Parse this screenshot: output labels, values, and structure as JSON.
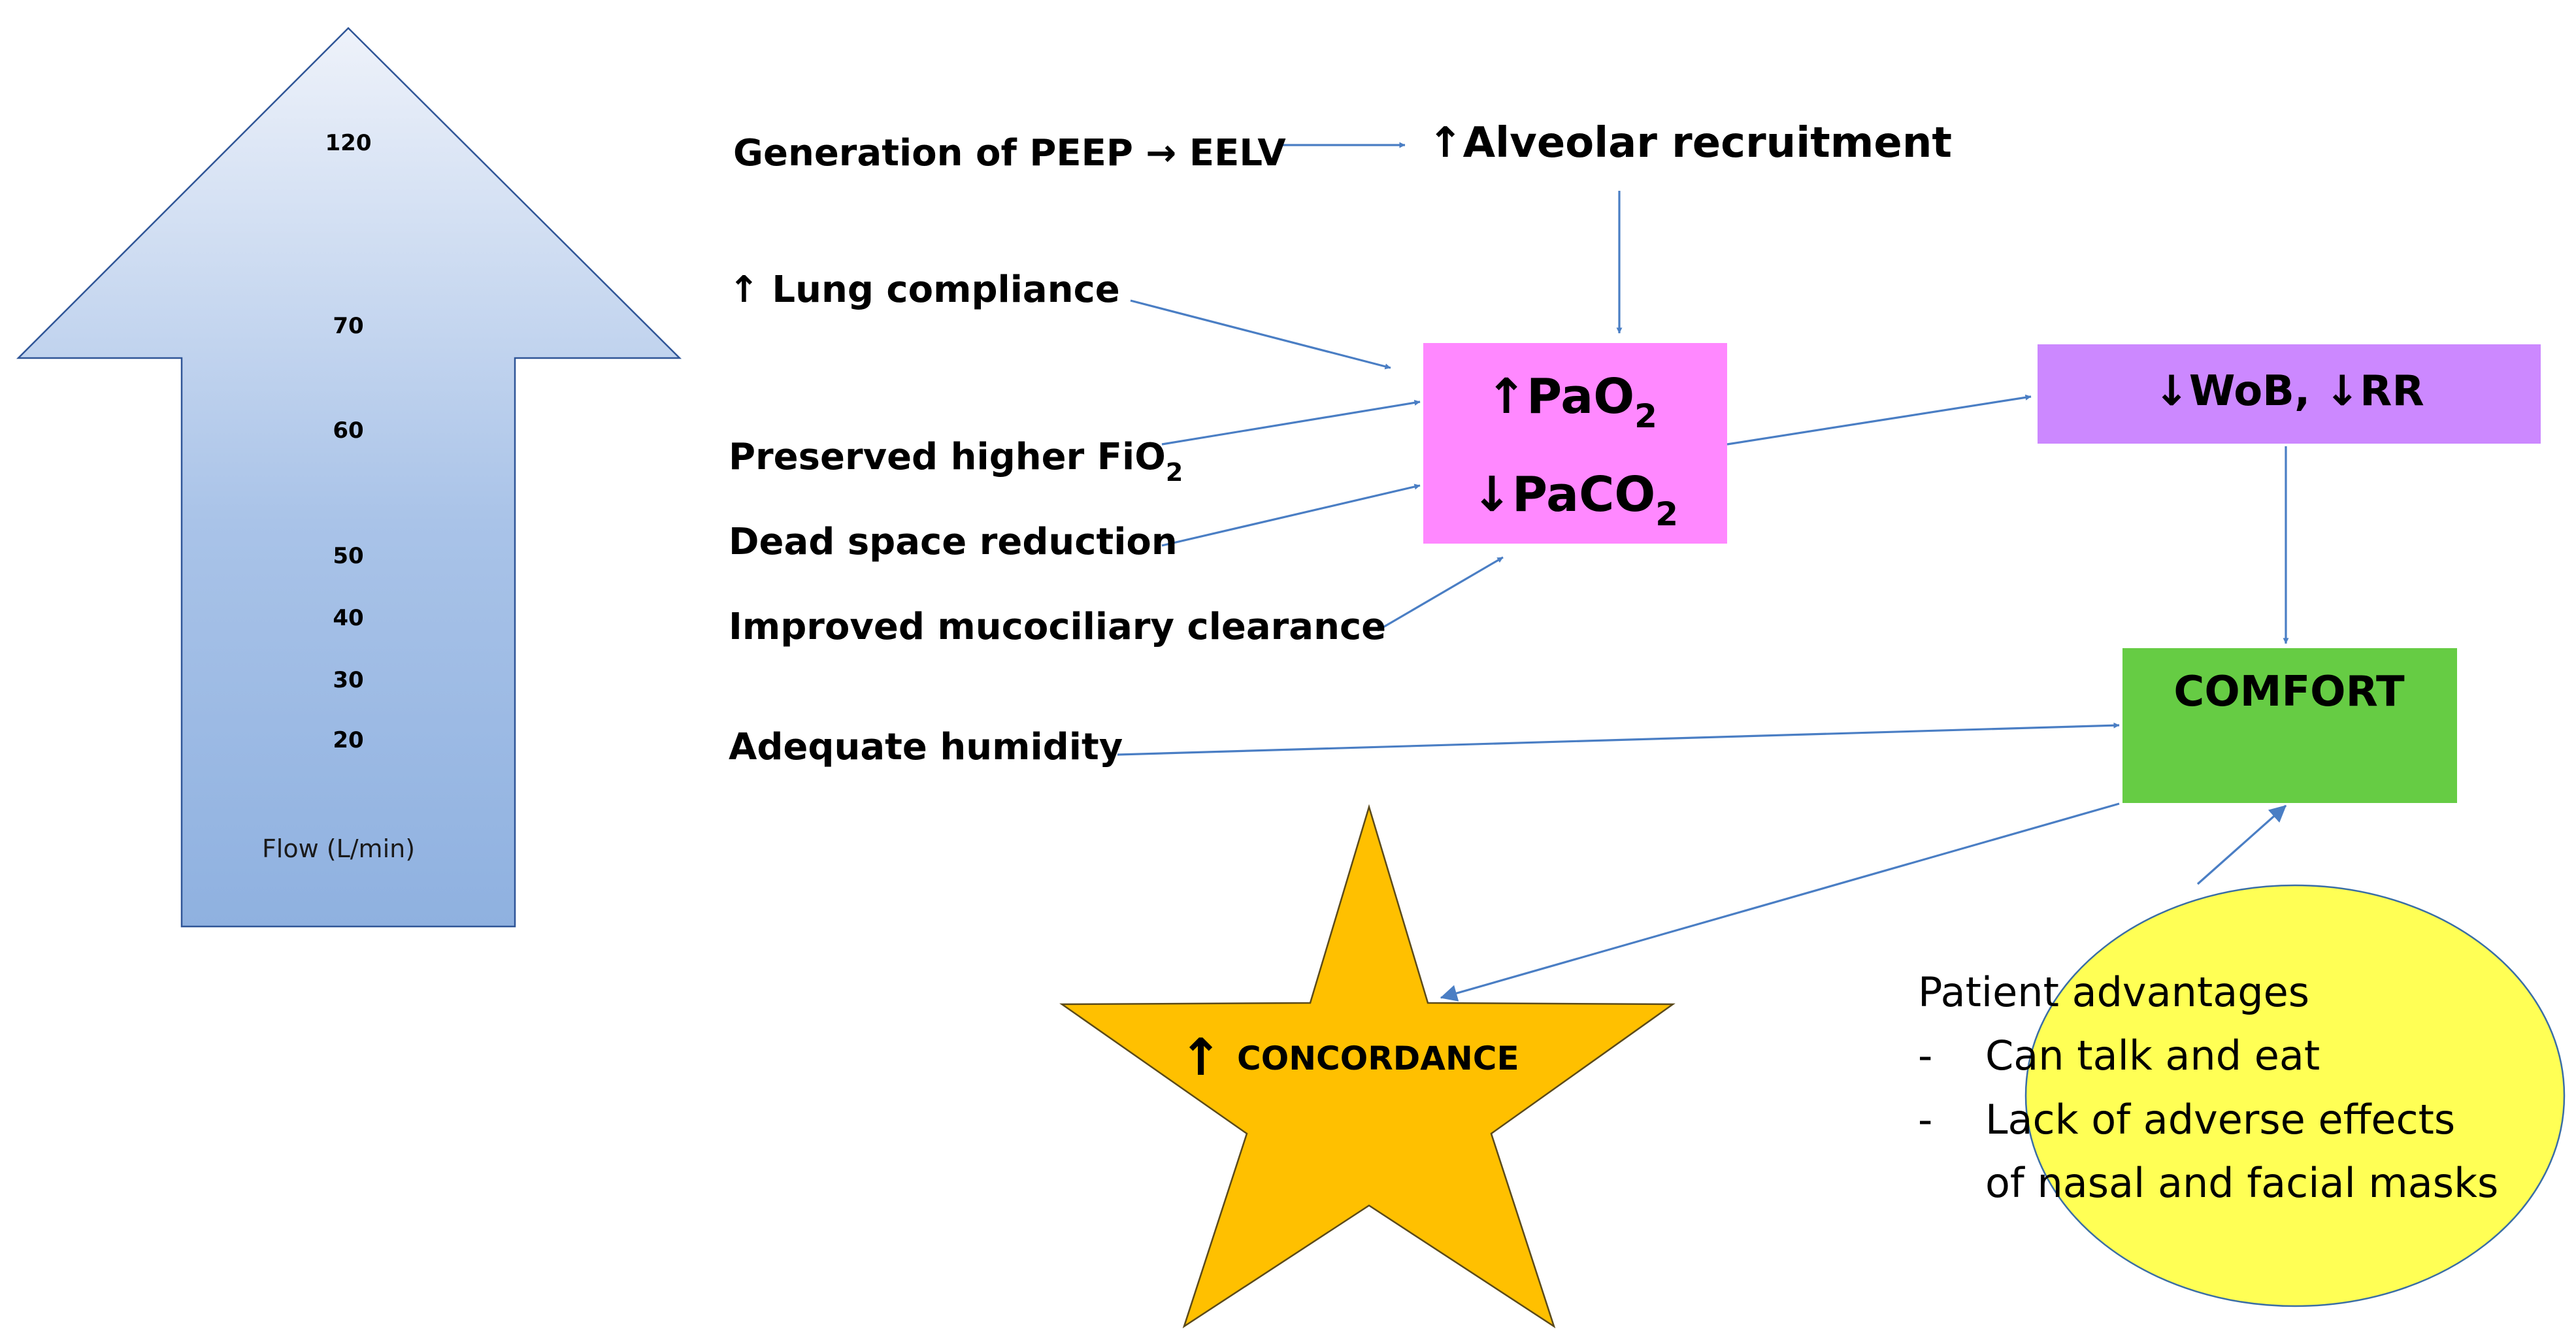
{
  "colors": {
    "arrow_top": "#eef2fa",
    "arrow_bottom": "#8fb1e0",
    "arrow_stroke": "#2f5597",
    "pao2_box": "#ff88ff",
    "wob_box": "#cc88ff",
    "comfort_box": "#66cc44",
    "star": "#ffc000",
    "ellipse": "#ffff55",
    "connector": "#4a7ec4"
  },
  "flow_arrow": {
    "scale_labels": [
      "120",
      "70",
      "60",
      "50",
      "40",
      "30",
      "20"
    ],
    "axis_label": "Flow (L/min)"
  },
  "inputs": {
    "peep": "Generation of PEEP → EELV",
    "alveolar": "↑Alveolar recruitment",
    "lung": "↑ Lung compliance",
    "fio2_main": "Preserved higher FiO",
    "fio2_sub": "2",
    "dead_space": "Dead space reduction",
    "mucociliary": "Improved mucociliary  clearance",
    "humidity": "Adequate humidity"
  },
  "gas_box": {
    "pao2_main": "↑PaO",
    "pao2_sub": "2",
    "paco2_main": "↓PaCO",
    "paco2_sub": "2"
  },
  "wob_box": {
    "text": "↓WoB, ↓RR"
  },
  "comfort_box": {
    "text": "COMFORT"
  },
  "concordance": {
    "arrow": "↑",
    "text": "CONCORDANCE"
  },
  "patient": {
    "title": "Patient advantages",
    "bullet": "-",
    "items": [
      "Can talk and eat",
      "Lack of adverse effects",
      "of nasal and facial masks"
    ]
  }
}
